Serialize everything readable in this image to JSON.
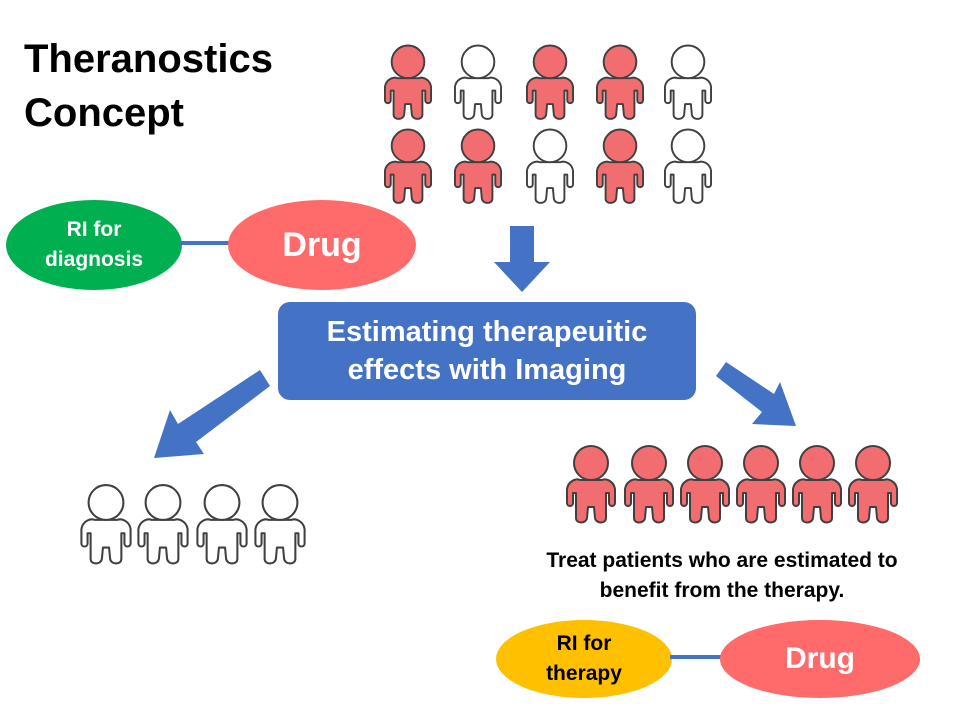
{
  "title": "Theranostics\nConcept",
  "ri_diagnosis": {
    "label": "RI for\ndiagnosis",
    "color": "#00b050"
  },
  "drug_top": {
    "label": "Drug",
    "color": "#ff6b6b"
  },
  "estimate_box": {
    "label": "Estimating therapeuitic\neffects with Imaging",
    "color": "#4472c4"
  },
  "caption": "Treat patients who are estimated to\nbenefit from the therapy.",
  "ri_therapy": {
    "label": "RI for\ntherapy",
    "color": "#ffc000"
  },
  "drug_bottom": {
    "label": "Drug",
    "color": "#ff6b6b"
  },
  "colors": {
    "responder": "#f26d70",
    "non_responder": "#ffffff",
    "outline": "#404040",
    "arrow": "#4472c4"
  },
  "population": {
    "row1": [
      "responder",
      "non-responder",
      "responder",
      "responder",
      "non-responder"
    ],
    "row2": [
      "responder",
      "responder",
      "non-responder",
      "responder",
      "non-responder"
    ]
  },
  "non_responders_group": [
    "non-responder",
    "non-responder",
    "non-responder",
    "non-responder"
  ],
  "responders_group": [
    "responder",
    "responder",
    "responder",
    "responder",
    "responder",
    "responder"
  ]
}
